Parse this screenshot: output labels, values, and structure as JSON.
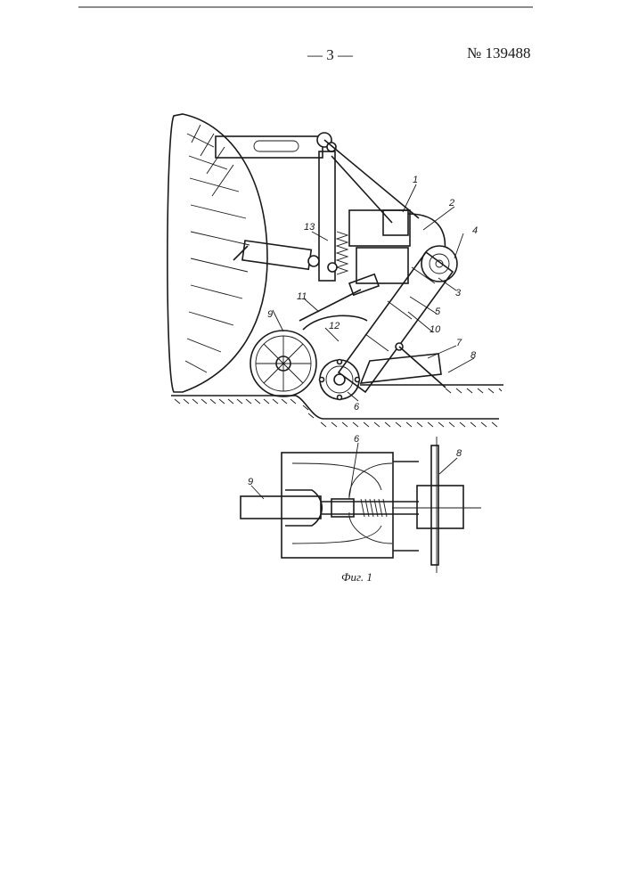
{
  "header": {
    "page_number": "— 3 —",
    "patent_number": "№ 139488"
  },
  "figure": {
    "caption": "Фиг. 1",
    "labels": {
      "l1": "1",
      "l2": "2",
      "l3": "3",
      "l4": "4",
      "l5": "5",
      "l6": "6",
      "l7": "7",
      "l8": "8",
      "l9": "9",
      "l10": "10",
      "l11": "11",
      "l12": "12",
      "l13": "13",
      "p6": "6",
      "p8": "8",
      "p9": "9"
    }
  }
}
